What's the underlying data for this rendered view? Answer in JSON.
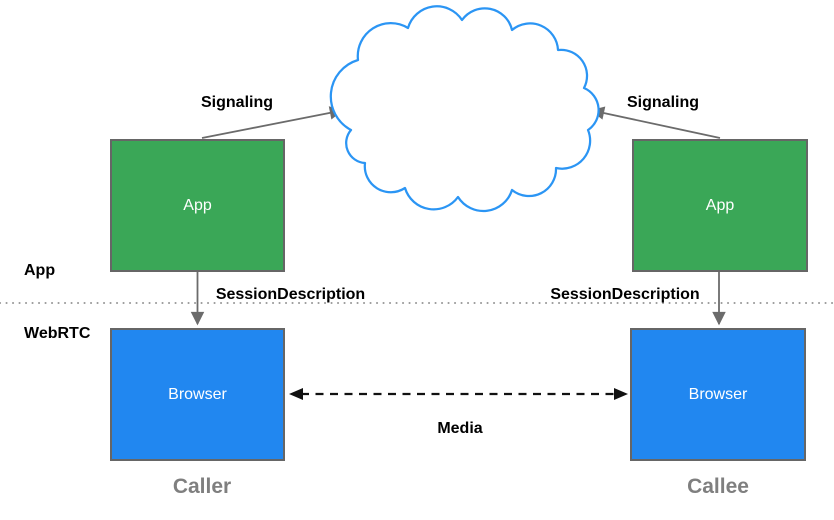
{
  "diagram": {
    "layer_labels": {
      "app": "App",
      "webrtc": "WebRTC"
    },
    "boxes": {
      "app_left": {
        "label": "App"
      },
      "app_right": {
        "label": "App"
      },
      "browser_left": {
        "label": "Browser"
      },
      "browser_right": {
        "label": "Browser"
      }
    },
    "edge_labels": {
      "signaling_left": "Signaling",
      "signaling_right": "Signaling",
      "session_description_left": "SessionDescription",
      "session_description_right": "SessionDescription",
      "media": "Media"
    },
    "role_labels": {
      "caller": "Caller",
      "callee": "Callee"
    },
    "icons": {
      "cloud": "signaling-cloud-icon"
    }
  },
  "colors": {
    "app_box": "#3aa757",
    "browser_box": "#2187f0",
    "cloud_stroke": "#2b95f4",
    "box_border": "#666666",
    "arrow": "#6b6b6b",
    "media_arrow": "#111111",
    "divider": "#999999",
    "role_text": "#7f7f7f",
    "label_text": "#000000",
    "node_text": "#ffffff"
  }
}
